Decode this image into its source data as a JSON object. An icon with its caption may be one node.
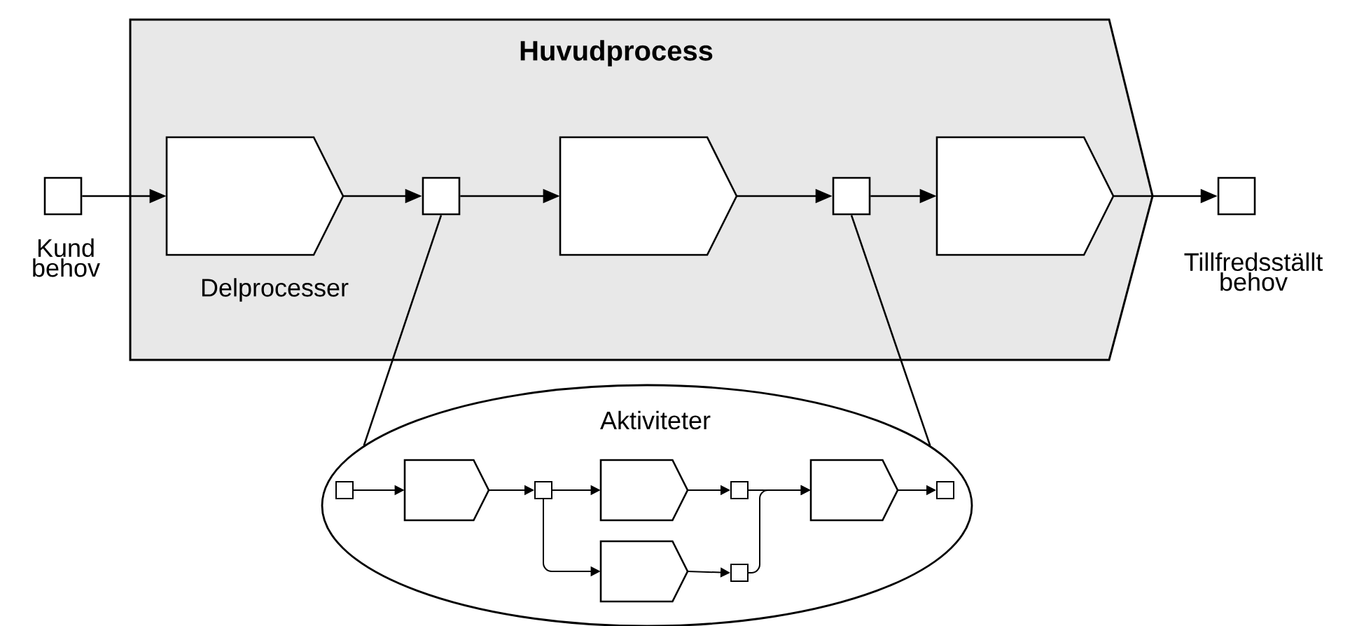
{
  "diagram": {
    "nodes": [
      {
        "text": [
          "Huvudprocess"
        ]
      },
      {
        "text": [],
        "shape": "box",
        "beside": [
          "Kund behov"
        ]
      },
      {
        "text": [],
        "shape": "pentagon",
        "in": 0,
        "beside": [
          "Delprocesser"
        ]
      },
      {
        "text": [],
        "shape": "box",
        "in": 0
      },
      {
        "text": [],
        "shape": "pentagon",
        "in": 0
      },
      {
        "text": [],
        "shape": "box",
        "in": 0
      },
      {
        "text": [],
        "shape": "pentagon",
        "in": 0
      },
      {
        "text": [],
        "shape": "box",
        "beside": [
          "Tillfredsställt behov"
        ]
      },
      {
        "text": [
          "Aktiviteter"
        ]
      },
      {
        "text": [],
        "shape": "box",
        "in": 8
      },
      {
        "text": [],
        "shape": "pentagon",
        "in": 8
      },
      {
        "text": [],
        "shape": "box",
        "in": 8
      },
      {
        "text": [],
        "shape": "pentagon",
        "in": 8
      },
      {
        "text": [],
        "shape": "pentagon",
        "in": 8
      },
      {
        "text": [],
        "shape": "box",
        "in": 8
      },
      {
        "text": [],
        "shape": "box",
        "in": 8
      },
      {
        "text": [],
        "shape": "pentagon",
        "in": 8
      },
      {
        "text": [],
        "shape": "box",
        "in": 8
      }
    ],
    "edges": [
      {
        "from": 1,
        "to": 2,
        "arrow": "to"
      },
      {
        "from": 2,
        "to": 3,
        "arrow": "to"
      },
      {
        "from": 3,
        "to": 4,
        "arrow": "to"
      },
      {
        "from": 4,
        "to": 5,
        "arrow": "to"
      },
      {
        "from": 5,
        "to": 6,
        "arrow": "to"
      },
      {
        "from": 6,
        "to": 7,
        "arrow": "to"
      },
      {
        "from": 3,
        "to": 8,
        "arrow": "none"
      },
      {
        "from": 5,
        "to": 8,
        "arrow": "none"
      },
      {
        "from": 9,
        "to": 10,
        "arrow": "to"
      },
      {
        "from": 10,
        "to": 11,
        "arrow": "to"
      },
      {
        "from": 11,
        "to": 12,
        "arrow": "to"
      },
      {
        "from": 11,
        "to": 13,
        "arrow": "to"
      },
      {
        "from": 12,
        "to": 14,
        "arrow": "to"
      },
      {
        "from": 13,
        "to": 15,
        "arrow": "to"
      },
      {
        "from": 14,
        "to": 16,
        "arrow": "to"
      },
      {
        "from": 15,
        "to": 16,
        "arrow": "to"
      },
      {
        "from": 16,
        "to": 17,
        "arrow": "to"
      }
    ]
  }
}
